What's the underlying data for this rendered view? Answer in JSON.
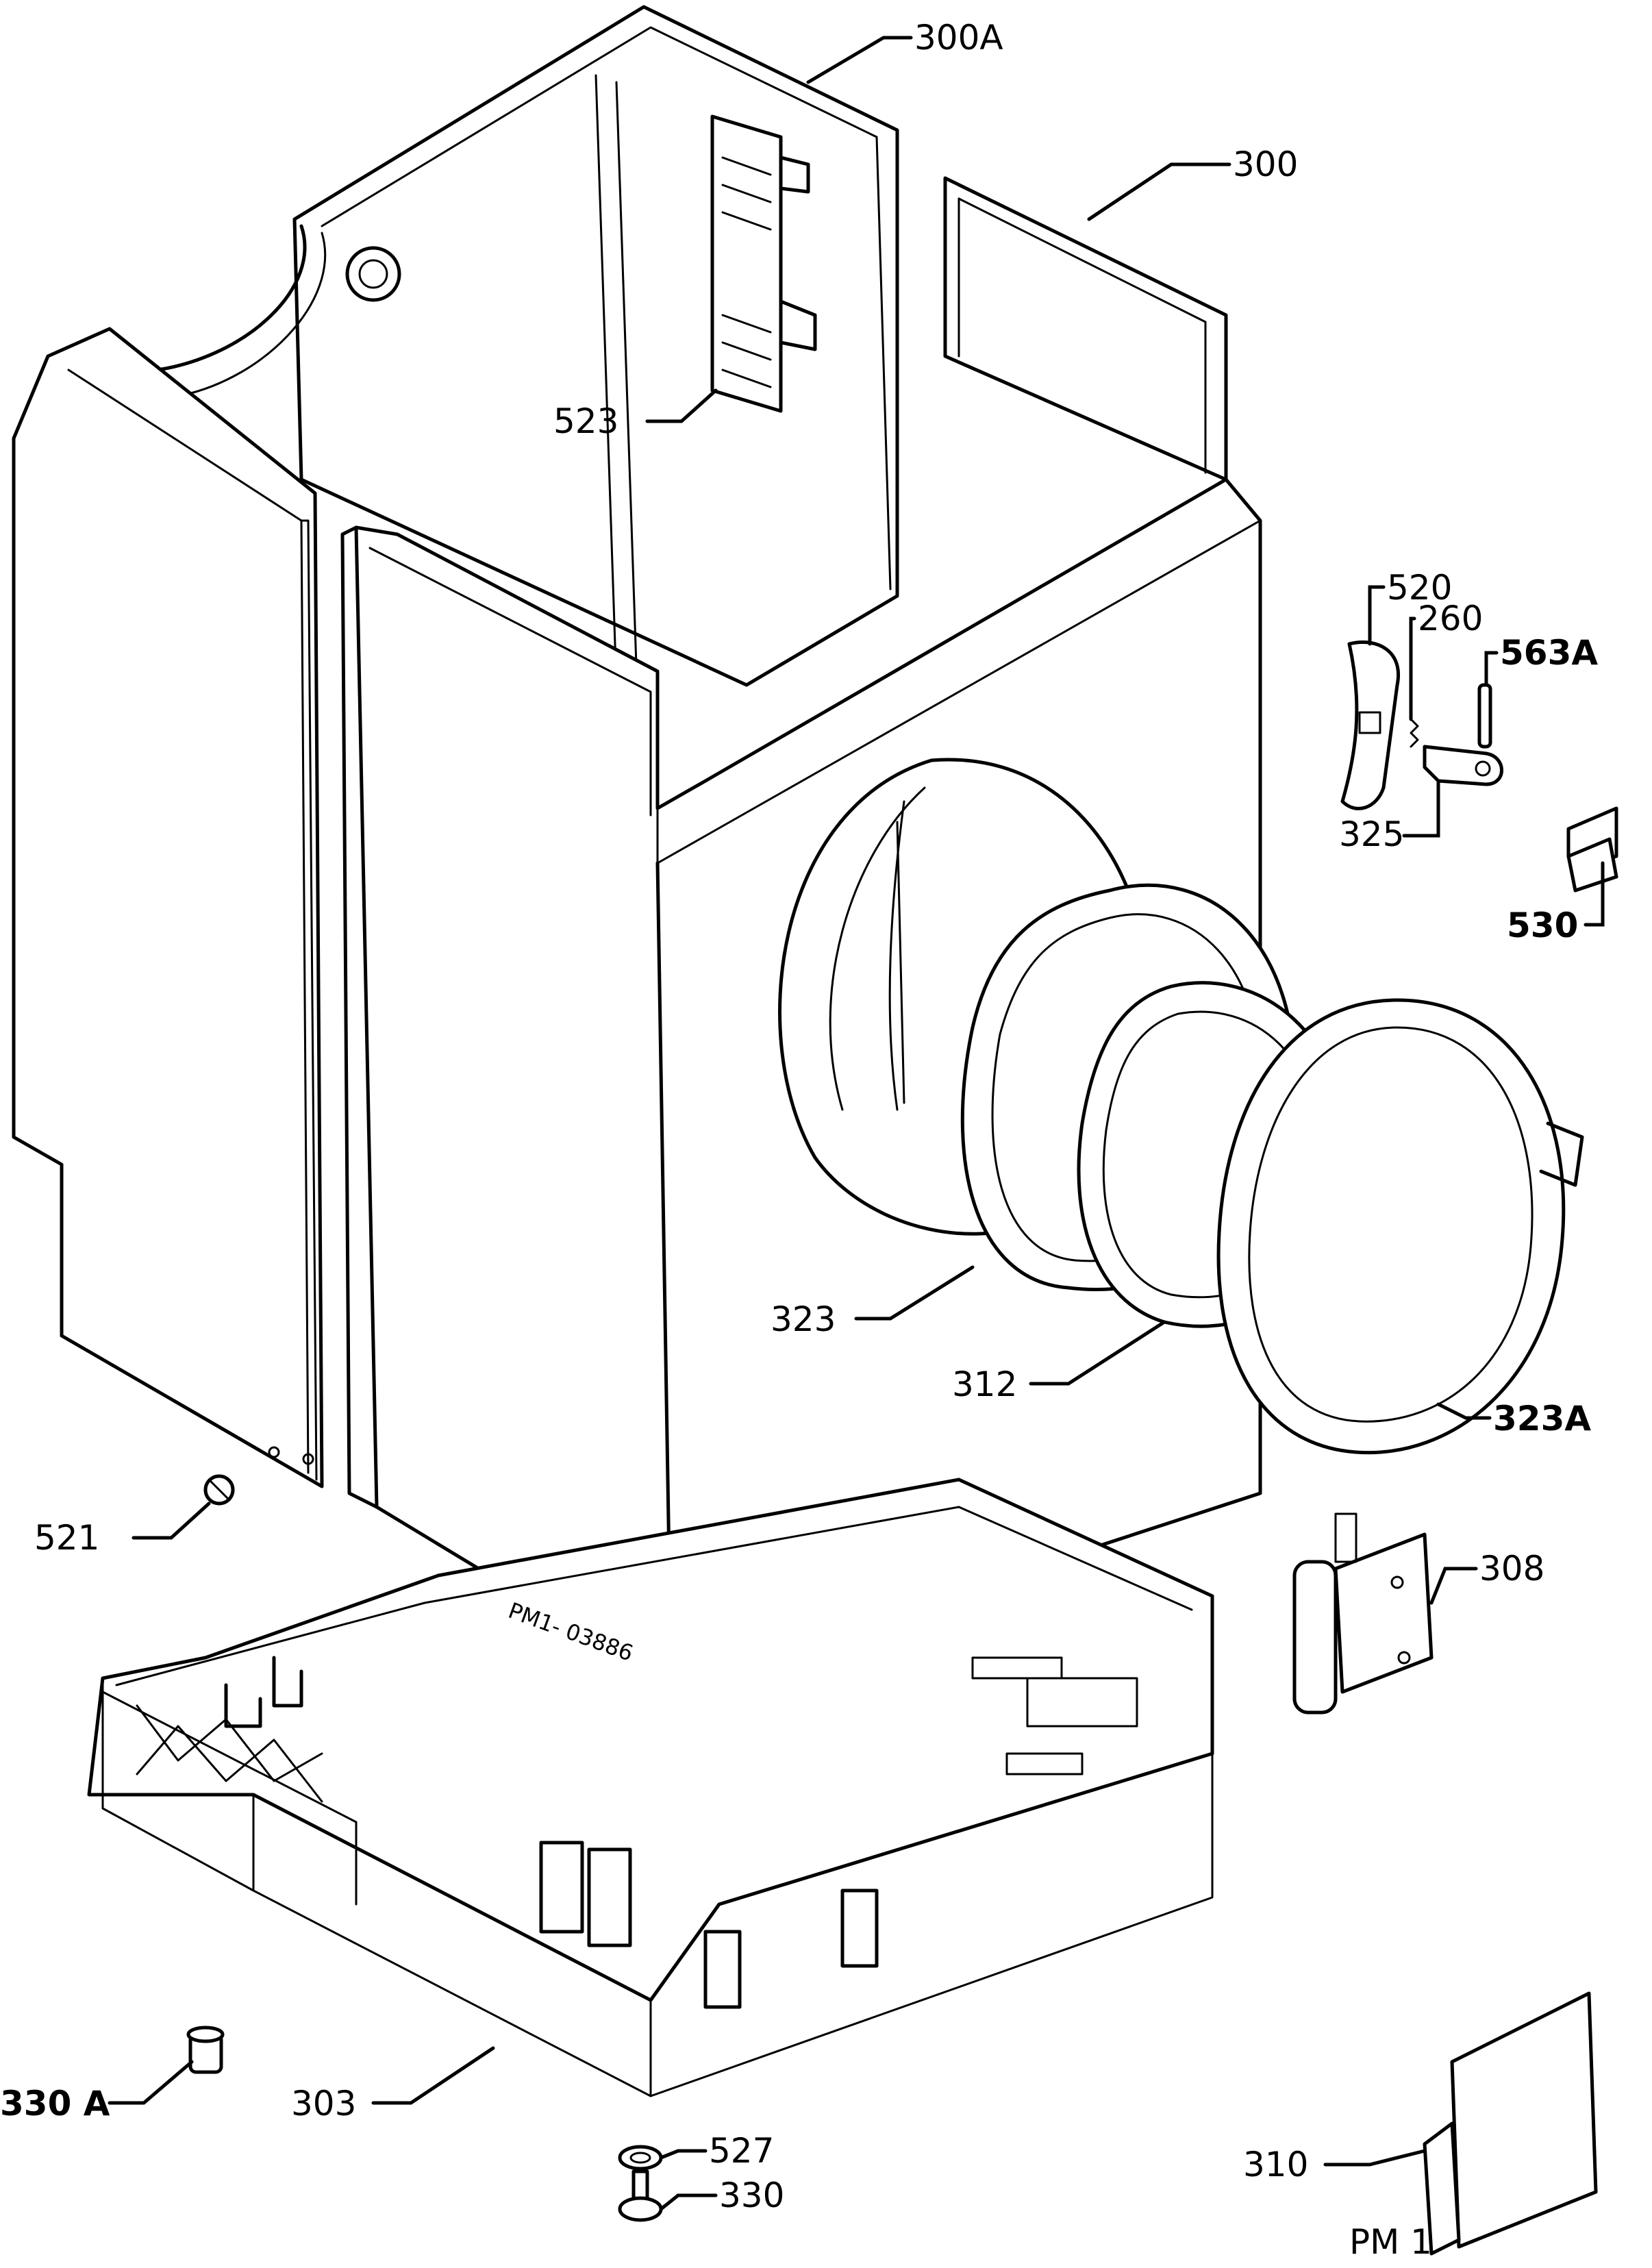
{
  "diagram": {
    "labels": {
      "l300A": "300A",
      "l300": "300",
      "l523": "523",
      "l520": "520",
      "l260": "260",
      "l563A": "563A",
      "l325": "325",
      "l530": "530",
      "l323": "323",
      "l312": "312",
      "l323A": "323A",
      "l521": "521",
      "l308": "308",
      "l330A": "330 A",
      "l303": "303",
      "l527": "527",
      "l330": "330",
      "l310": "310"
    },
    "base_stamp": "PM1- 03886",
    "page_code": "PM 1"
  }
}
